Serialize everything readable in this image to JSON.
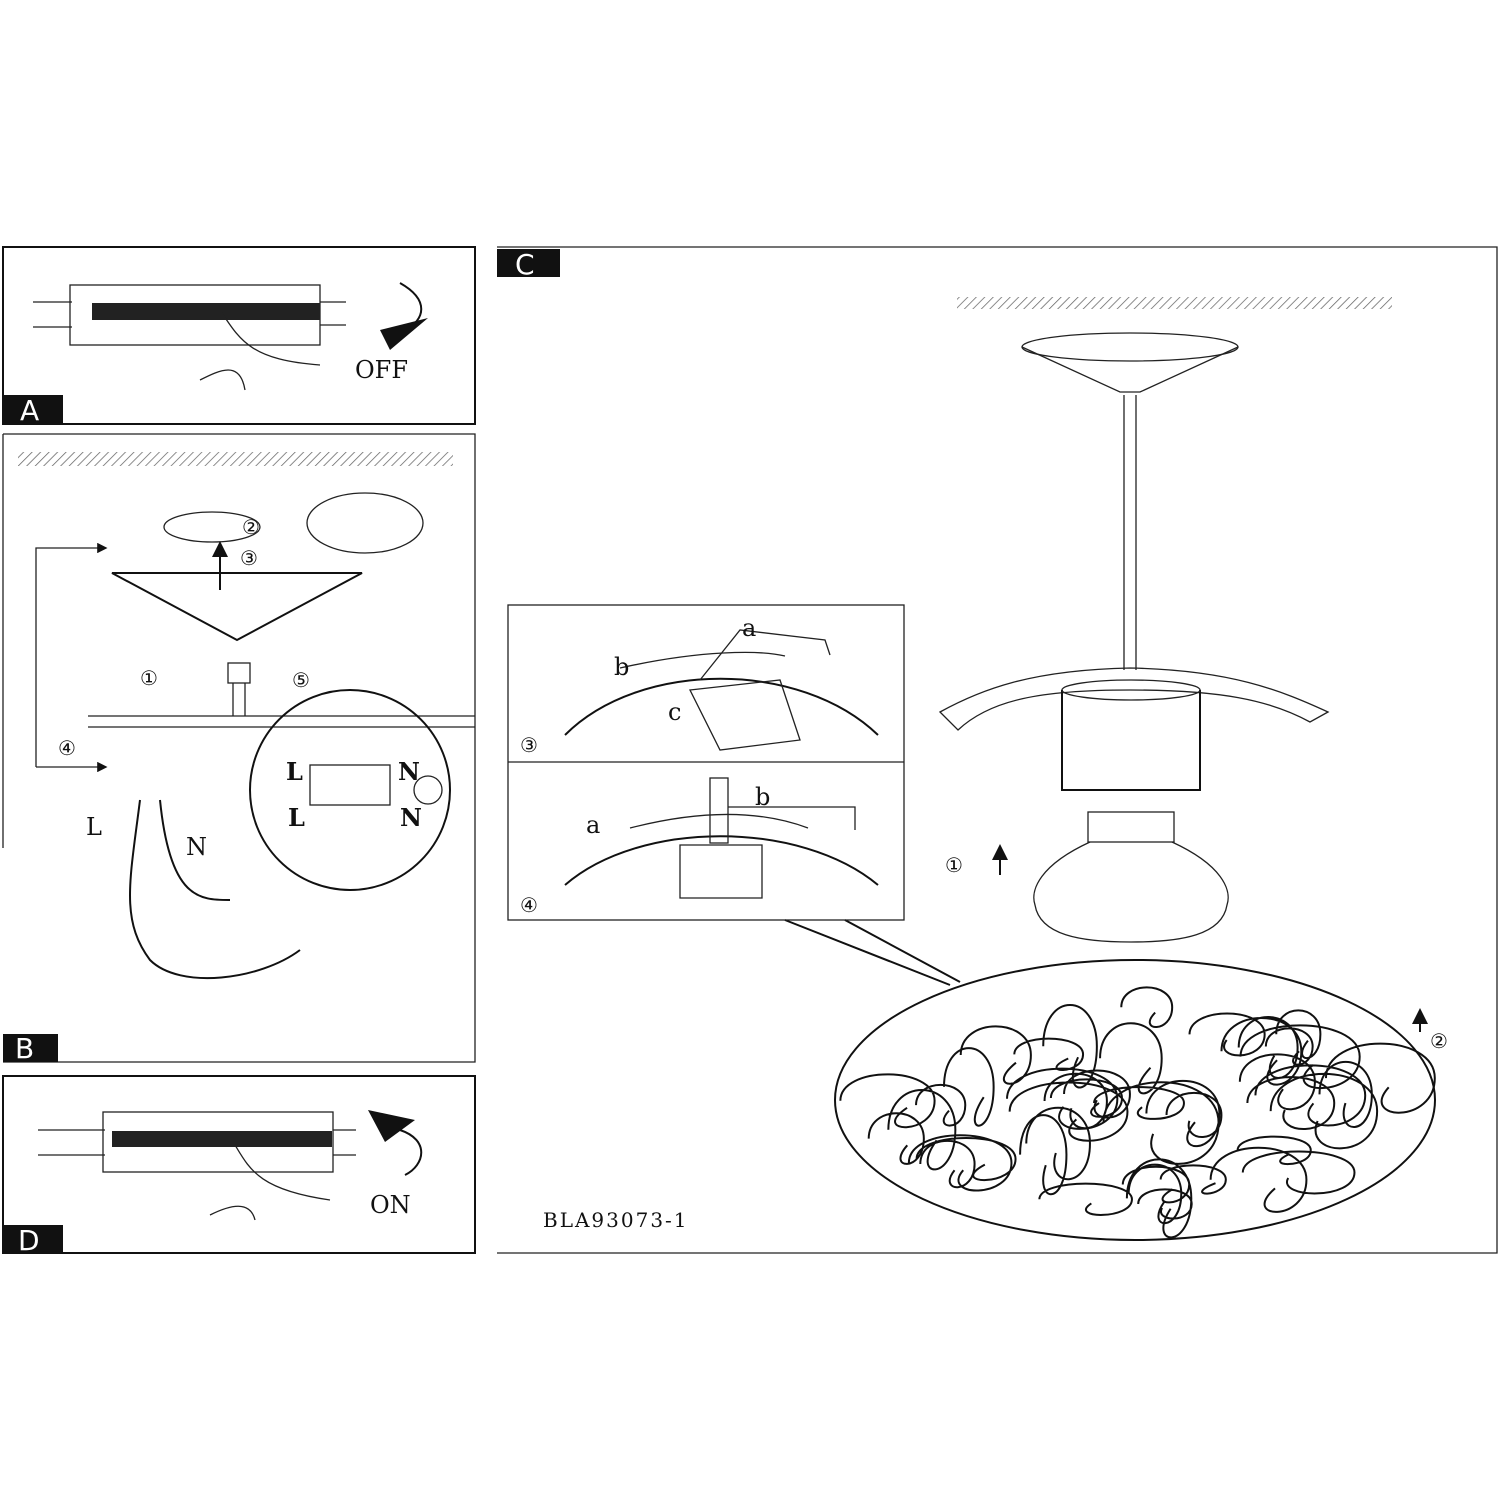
{
  "panels": {
    "a": {
      "label": "A",
      "state": "OFF"
    },
    "b": {
      "label": "B",
      "steps": [
        "①",
        "②",
        "③",
        "④",
        "⑤"
      ],
      "wires": {
        "live": "L",
        "neutral": "N"
      }
    },
    "c": {
      "label": "C",
      "steps": [
        "①",
        "②"
      ],
      "inset_steps": [
        "③",
        "④"
      ],
      "parts": {
        "a": "a",
        "b": "b",
        "c": "c"
      },
      "model_code": "BLA93073-1"
    },
    "d": {
      "label": "D",
      "state": "ON"
    }
  }
}
